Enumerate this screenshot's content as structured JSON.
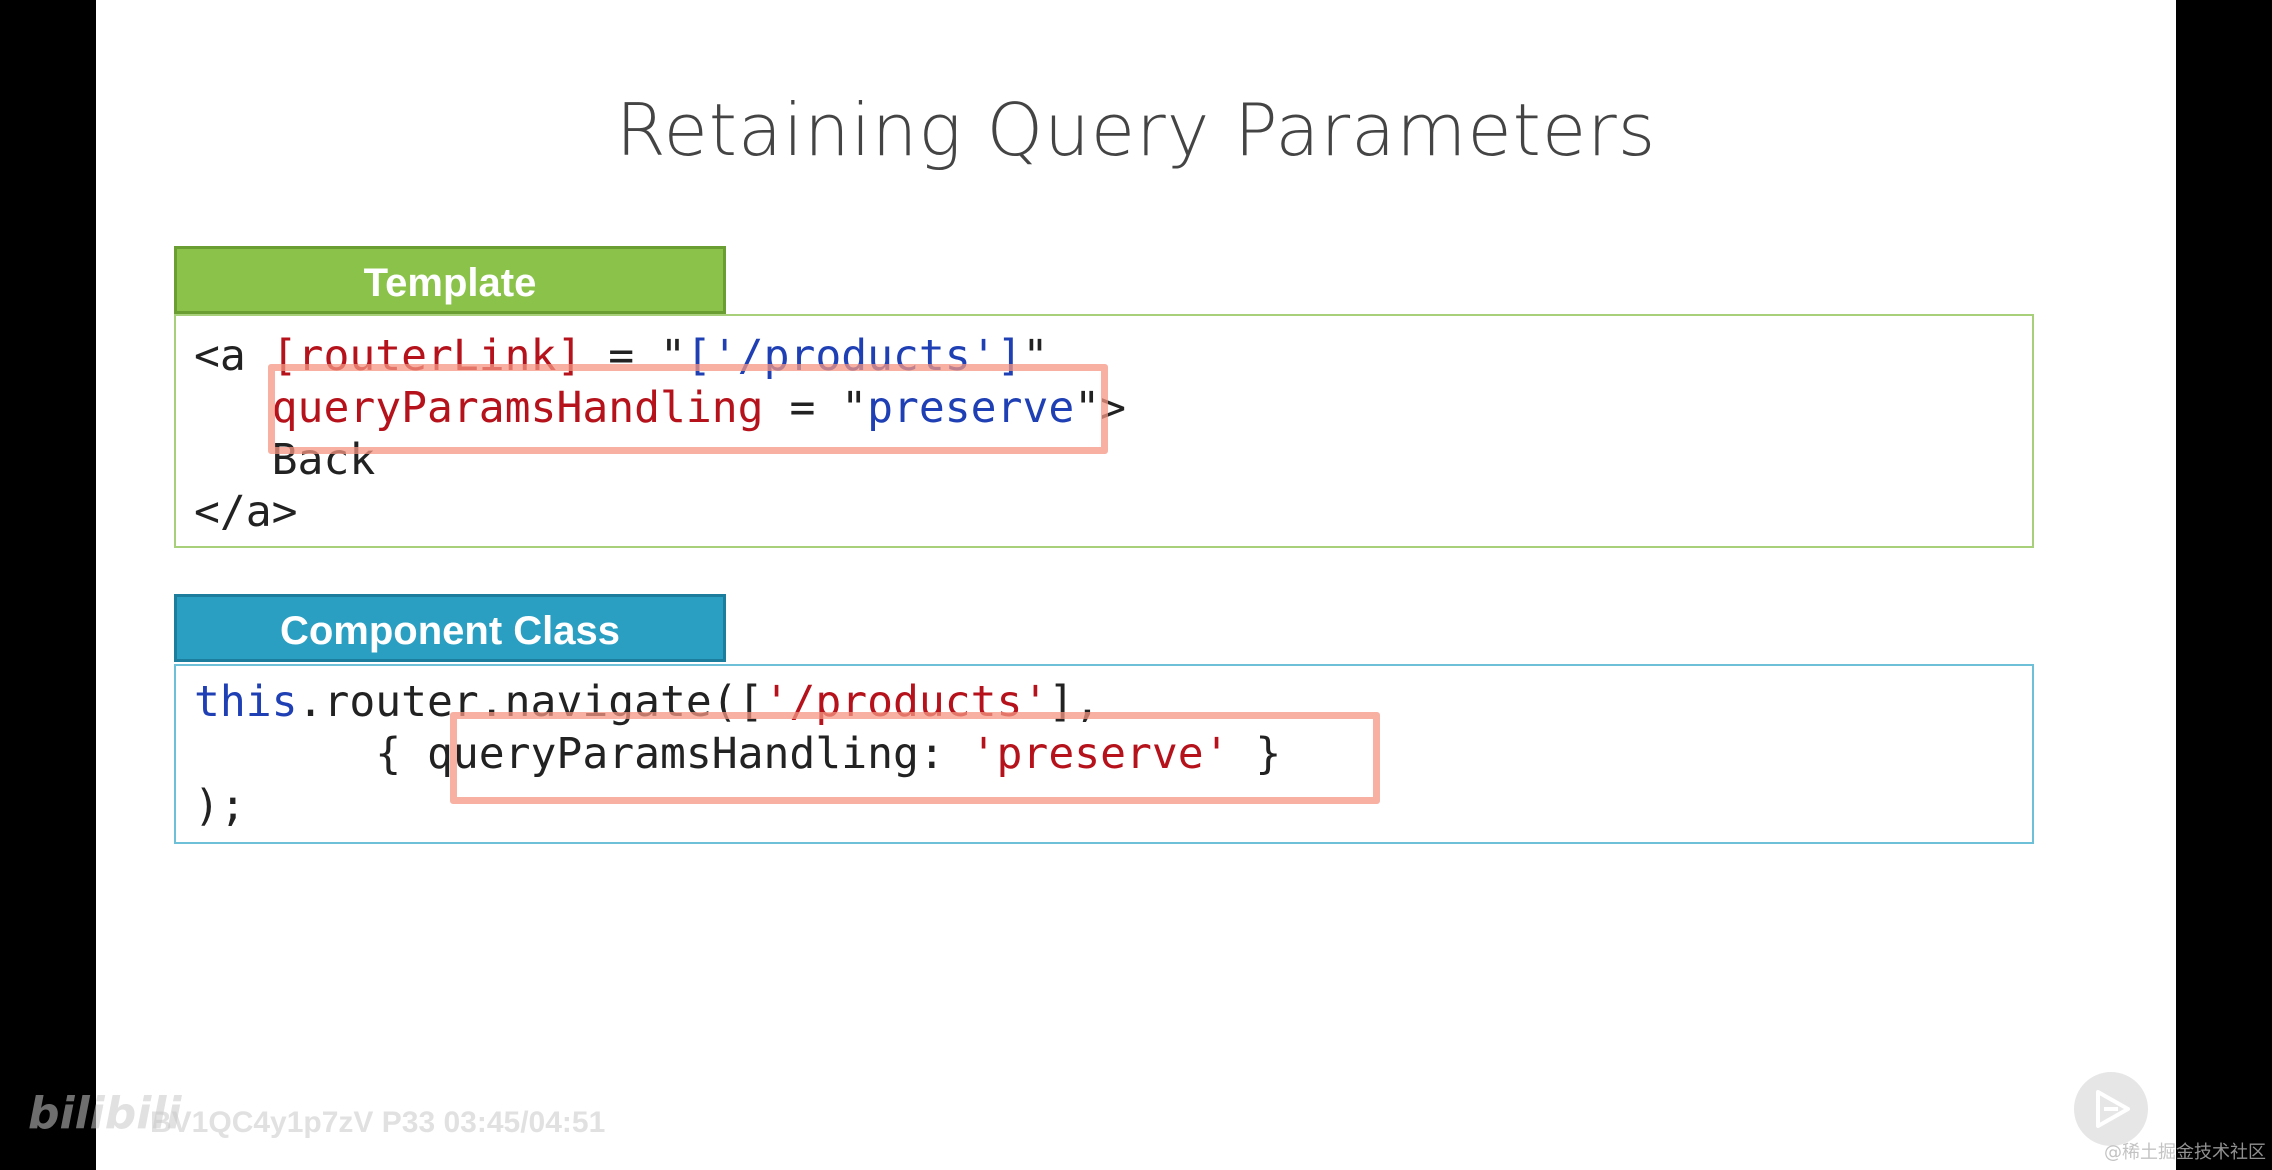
{
  "slide": {
    "title": "Retaining Query Parameters"
  },
  "template_section": {
    "label": "Template",
    "lines": [
      {
        "a": "<a ",
        "b": "[routerLink]",
        "c": " = \"",
        "d": "['/products']",
        "e": "\""
      },
      {
        "a": "   ",
        "b": "queryParamsHandling",
        "c": " = \"",
        "d": "preserve",
        "e": "\">"
      },
      {
        "text": "   Back"
      },
      {
        "text": "</a>"
      }
    ]
  },
  "component_section": {
    "label": "Component Class",
    "lines": [
      {
        "a": "this",
        "b": ".router.navigate([",
        "c": "'/products'",
        "d": "],"
      },
      {
        "a": "       { queryParamsHandling: ",
        "b": "'preserve'",
        "c": " }"
      },
      {
        "text": ");"
      }
    ]
  },
  "overlay": {
    "video_id": "BV1QC4y1p7zV P33 03:45/04:51",
    "watermark_logo": "bilibili",
    "corner_tag": "@稀土掘金技术社区"
  },
  "colors": {
    "template_tab": "#8bc34a",
    "component_tab": "#2a9fc2",
    "highlight": "#f49682",
    "keyword_red": "#b5121b",
    "keyword_blue": "#1f3fb5"
  }
}
